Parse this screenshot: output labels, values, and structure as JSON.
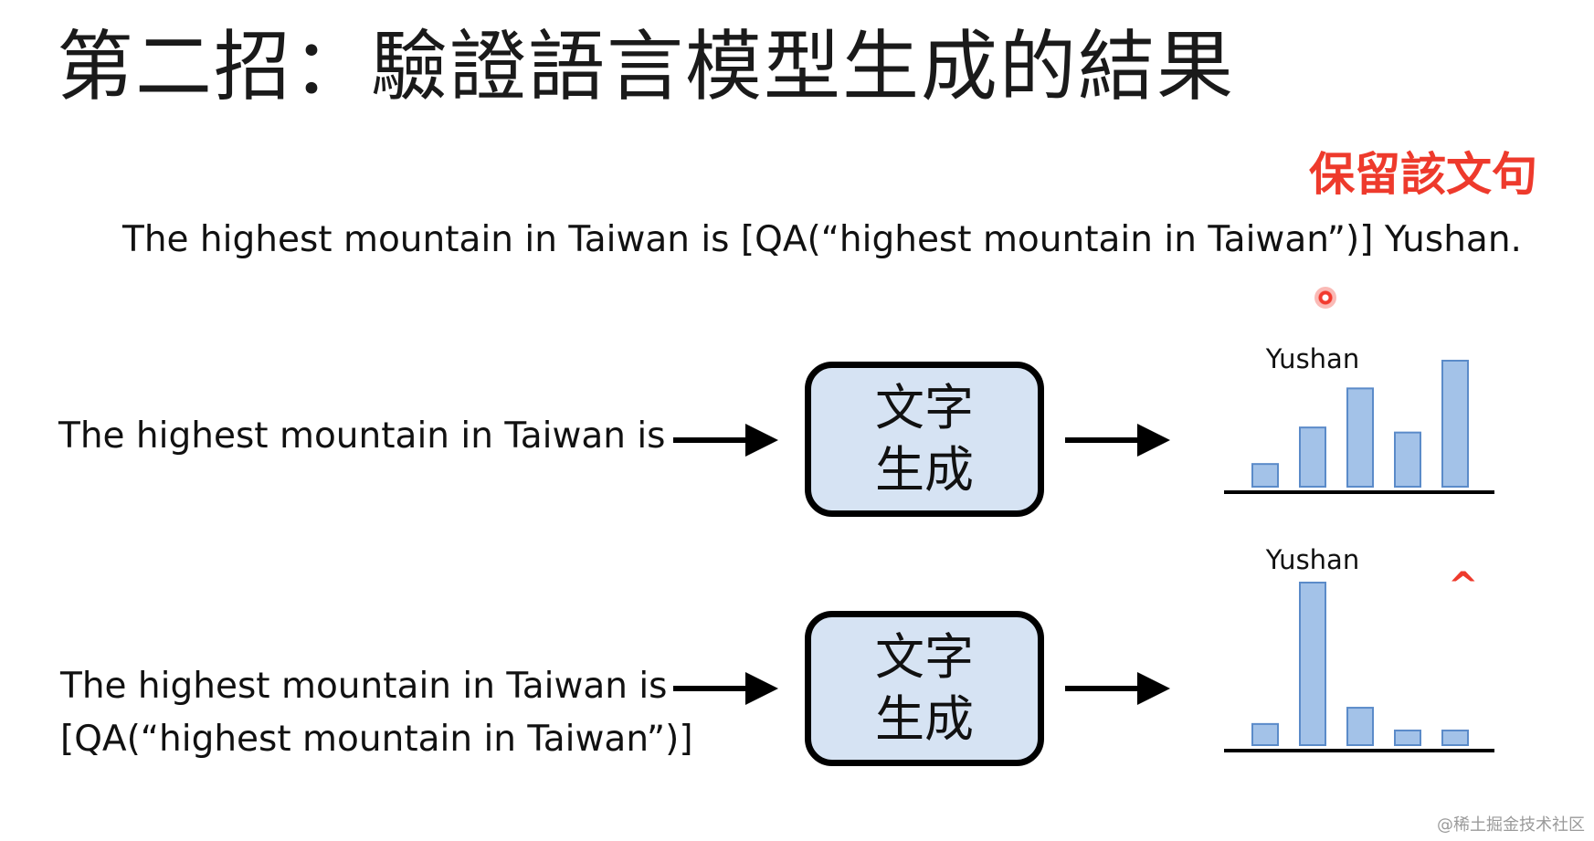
{
  "title": "第二招：驗證語言模型生成的結果",
  "annotation": "保留該文句",
  "main_sentence": "The highest mountain in Taiwan is [QA(“highest mountain in Taiwan”)] Yushan.",
  "row1": {
    "input": "The highest mountain in Taiwan is",
    "model_label_line1": "文字",
    "model_label_line2": "生成"
  },
  "row2": {
    "input_line1": "The highest mountain in Taiwan is",
    "input_line2": "[QA(“highest mountain in Taiwan”)]",
    "model_label_line1": "文字",
    "model_label_line2": "生成",
    "red_mark": "^"
  },
  "chart_data": [
    {
      "type": "bar",
      "highlight_label": "Yushan",
      "highlight_index": 4,
      "values": [
        0.18,
        0.47,
        0.78,
        0.43,
        1.0
      ],
      "ylim": [
        0,
        1
      ]
    },
    {
      "type": "bar",
      "highlight_label": "Yushan",
      "highlight_index": 1,
      "values": [
        0.13,
        1.0,
        0.23,
        0.09,
        0.09
      ],
      "ylim": [
        0,
        1
      ]
    }
  ],
  "colors": {
    "accent": "#ee3a2c",
    "box_fill": "#d6e3f3",
    "bar_fill": "#a3c2e8",
    "bar_stroke": "#5b8bc9"
  },
  "watermark": "@稀土掘金技术社区"
}
